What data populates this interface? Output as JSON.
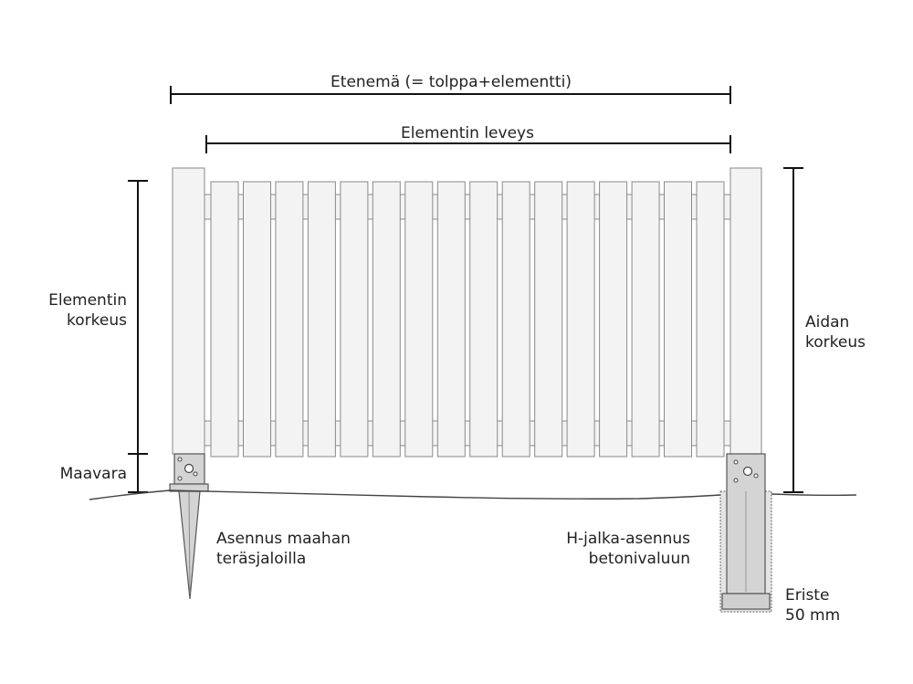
{
  "labels": {
    "etenema": "Etenemä (= tolppa+elementti)",
    "elementin_leveys": "Elementin leveys",
    "elementin_korkeus_1": "Elementin",
    "elementin_korkeus_2": "korkeus",
    "maavara": "Maavara",
    "aidan_korkeus_1": "Aidan",
    "aidan_korkeus_2": "korkeus",
    "asennus_1": "Asennus maahan",
    "asennus_2": "teräsjaloilla",
    "hjalka_1": "H-jalka-asennus",
    "hjalka_2": "betonivaluun",
    "eriste_1": "Eriste",
    "eriste_2": "50 mm"
  },
  "fence": {
    "board_count": 16
  },
  "colors": {
    "line": "#111111",
    "board_fill": "#f3f3f3",
    "board_stroke": "#8a8a8a",
    "metal_fill": "#d4d4d4",
    "metal_stroke": "#555555",
    "ground": "#444444"
  }
}
